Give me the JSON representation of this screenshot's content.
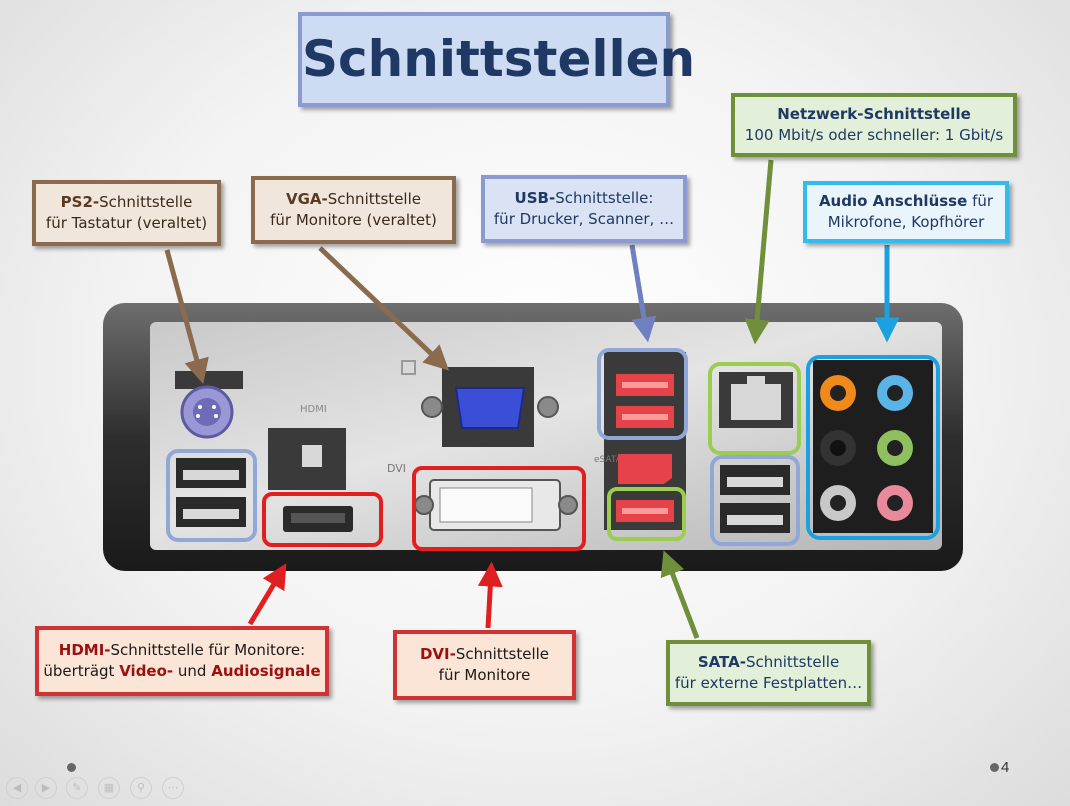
{
  "title": "Schnittstellen",
  "boxes": {
    "ps2": {
      "bold": "PS2-",
      "rest": "Schnittstelle",
      "line2": "für Tastatur (veraltet)"
    },
    "vga": {
      "bold": "VGA-",
      "rest": "Schnittstelle",
      "line2": "für Monitore (veraltet)"
    },
    "usb": {
      "bold": "USB-",
      "rest": "Schnittstelle:",
      "line2": "für Drucker, Scanner, …"
    },
    "net": {
      "bold": "Netzwerk-Schnittstelle",
      "line2": "100 Mbit/s oder  schneller: 1 Gbit/s"
    },
    "audio": {
      "bold": "Audio Anschlüsse",
      "rest": " für",
      "line2": "Mikrofone, Kopfhörer"
    },
    "hdmi": {
      "bold": "HDMI-",
      "rest": "Schnittstelle für Monitore:",
      "line2a": "überträgt ",
      "line2b": "Video-",
      "line2c": " und ",
      "line2d": "Audiosignale"
    },
    "dvi": {
      "bold": "DVI-",
      "rest": "Schnittstelle",
      "line2": "für Monitore"
    },
    "sata": {
      "bold": "SATA-",
      "rest": "Schnittstelle",
      "line2": "für externe Festplatten…"
    }
  },
  "panel_labels": {
    "hdmi_label": "HDMI",
    "dvi_label": "DVI",
    "esata_label": "eSATA"
  },
  "page_number": "4",
  "colors": {
    "brown": "#8b6b4e",
    "blue": "#8b9bd0",
    "green": "#6f8f3a",
    "red": "#d03333",
    "cyan": "#33bbee",
    "title_text": "#1f3864"
  }
}
